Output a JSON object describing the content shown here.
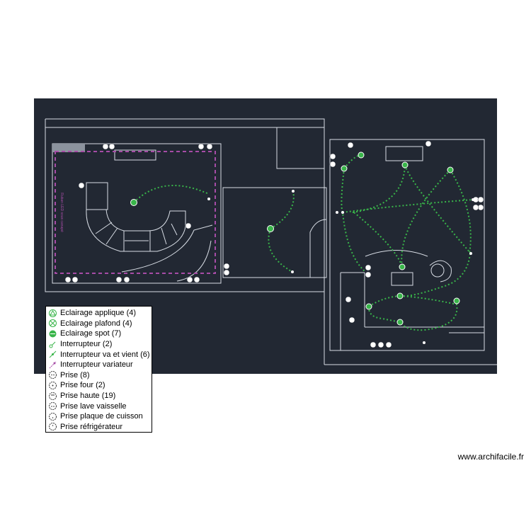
{
  "colors": {
    "background": "#222833",
    "wall": "#d8dde5",
    "wire": "#39b54a",
    "zone": "#a64ca6"
  },
  "legend": {
    "items": [
      {
        "label": "Eclairage applique (4)",
        "icon": "wall-light-icon"
      },
      {
        "label": "Eclairage plafond (4)",
        "icon": "ceiling-light-icon"
      },
      {
        "label": "Eclairage spot (7)",
        "icon": "spot-light-icon"
      },
      {
        "label": "Interrupteur (2)",
        "icon": "switch-icon"
      },
      {
        "label": "Interrupteur va et vient (6)",
        "icon": "two-way-switch-icon"
      },
      {
        "label": "Interrupteur variateur",
        "icon": "dimmer-switch-icon"
      },
      {
        "label": "Prise (8)",
        "icon": "socket-icon"
      },
      {
        "label": "Prise four (2)",
        "icon": "oven-socket-icon"
      },
      {
        "label": "Prise haute (19)",
        "icon": "high-socket-icon"
      },
      {
        "label": "Prise lave vaisselle",
        "icon": "dishwasher-socket-icon"
      },
      {
        "label": "Prise plaque de cuisson",
        "icon": "cooktop-socket-icon"
      },
      {
        "label": "Prise réfrigérateur",
        "icon": "fridge-socket-icon"
      }
    ]
  },
  "credit": "www.archifacile.fr",
  "zone_label": "Ruban LED sous canapé"
}
